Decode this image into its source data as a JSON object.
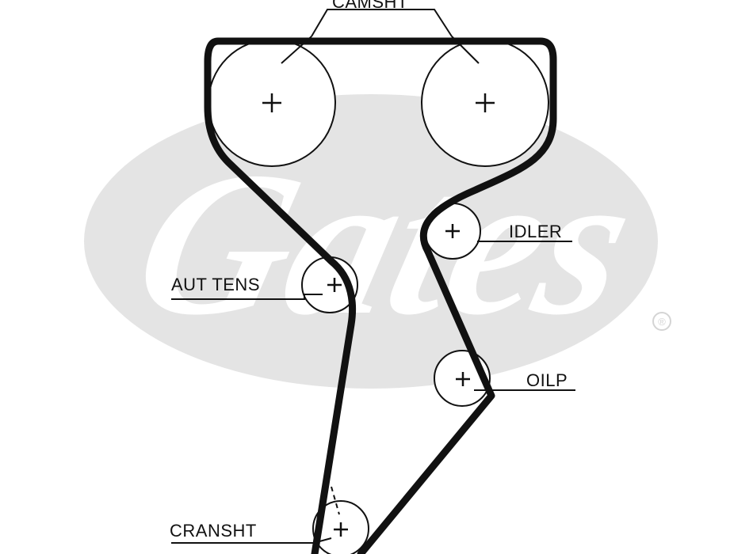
{
  "labels": {
    "camshaft": "CAMSHT",
    "idler": "IDLER",
    "auto_tensioner": "AUT TENS",
    "oil_pump": "OILP",
    "crankshaft": "CRANSHT"
  },
  "watermark": {
    "brand": "Gates",
    "registered_mark": "®"
  },
  "colors": {
    "belt": "#111111",
    "watermark": "#e3e3e3",
    "background": "#ffffff"
  }
}
